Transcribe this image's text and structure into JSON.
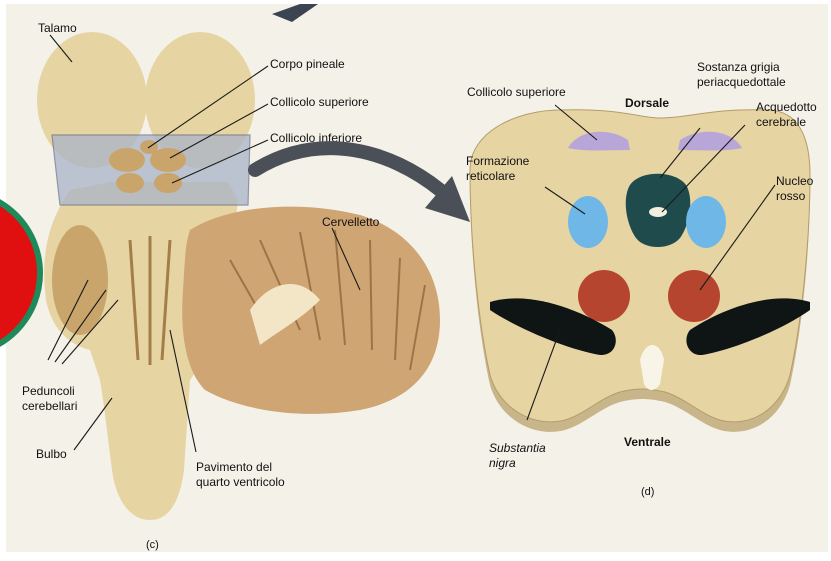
{
  "colors": {
    "page_bg": "#ffffff",
    "paper": "#f4f1e8",
    "tissue": "#e7d4a3",
    "tissue_dark": "#c9a56b",
    "cerebellum": "#cfa574",
    "purple_colliculus": "#b9a6d8",
    "blue_reticular": "#6fb7e6",
    "gray_matter": "#1f4b4d",
    "red_nucleus": "#b5452f",
    "substantia_nigra": "#0f1414",
    "side_circle_red": "#e01010",
    "side_circle_ring": "#1e8a5a",
    "highlight_box": "#aab4c8"
  },
  "panel_c": {
    "label": "(c)",
    "labels": {
      "talamo": "Talamo",
      "corpo_pineale": "Corpo pineale",
      "collicolo_superiore": "Collicolo superiore",
      "collicolo_inferiore": "Collicolo inferiore",
      "cervelletto": "Cervelletto",
      "peduncoli_line1": "Peduncoli",
      "peduncoli_line2": "cerebellari",
      "bulbo": "Bulbo",
      "pavimento_line1": "Pavimento del",
      "pavimento_line2": "quarto ventricolo"
    }
  },
  "panel_d": {
    "label": "(d)",
    "labels": {
      "collicolo_superiore": "Collicolo superiore",
      "dorsale": "Dorsale",
      "sostanza_line1": "Sostanza grigia",
      "sostanza_line2": "periacquedottale",
      "acquedotto_line1": "Acquedotto",
      "acquedotto_line2": "cerebrale",
      "formazione_line1": "Formazione",
      "formazione_line2": "reticolare",
      "nucleo_line1": "Nucleo",
      "nucleo_line2": "rosso",
      "substantia_line1": "Substantia",
      "substantia_line2": "nigra",
      "ventrale": "Ventrale"
    }
  }
}
